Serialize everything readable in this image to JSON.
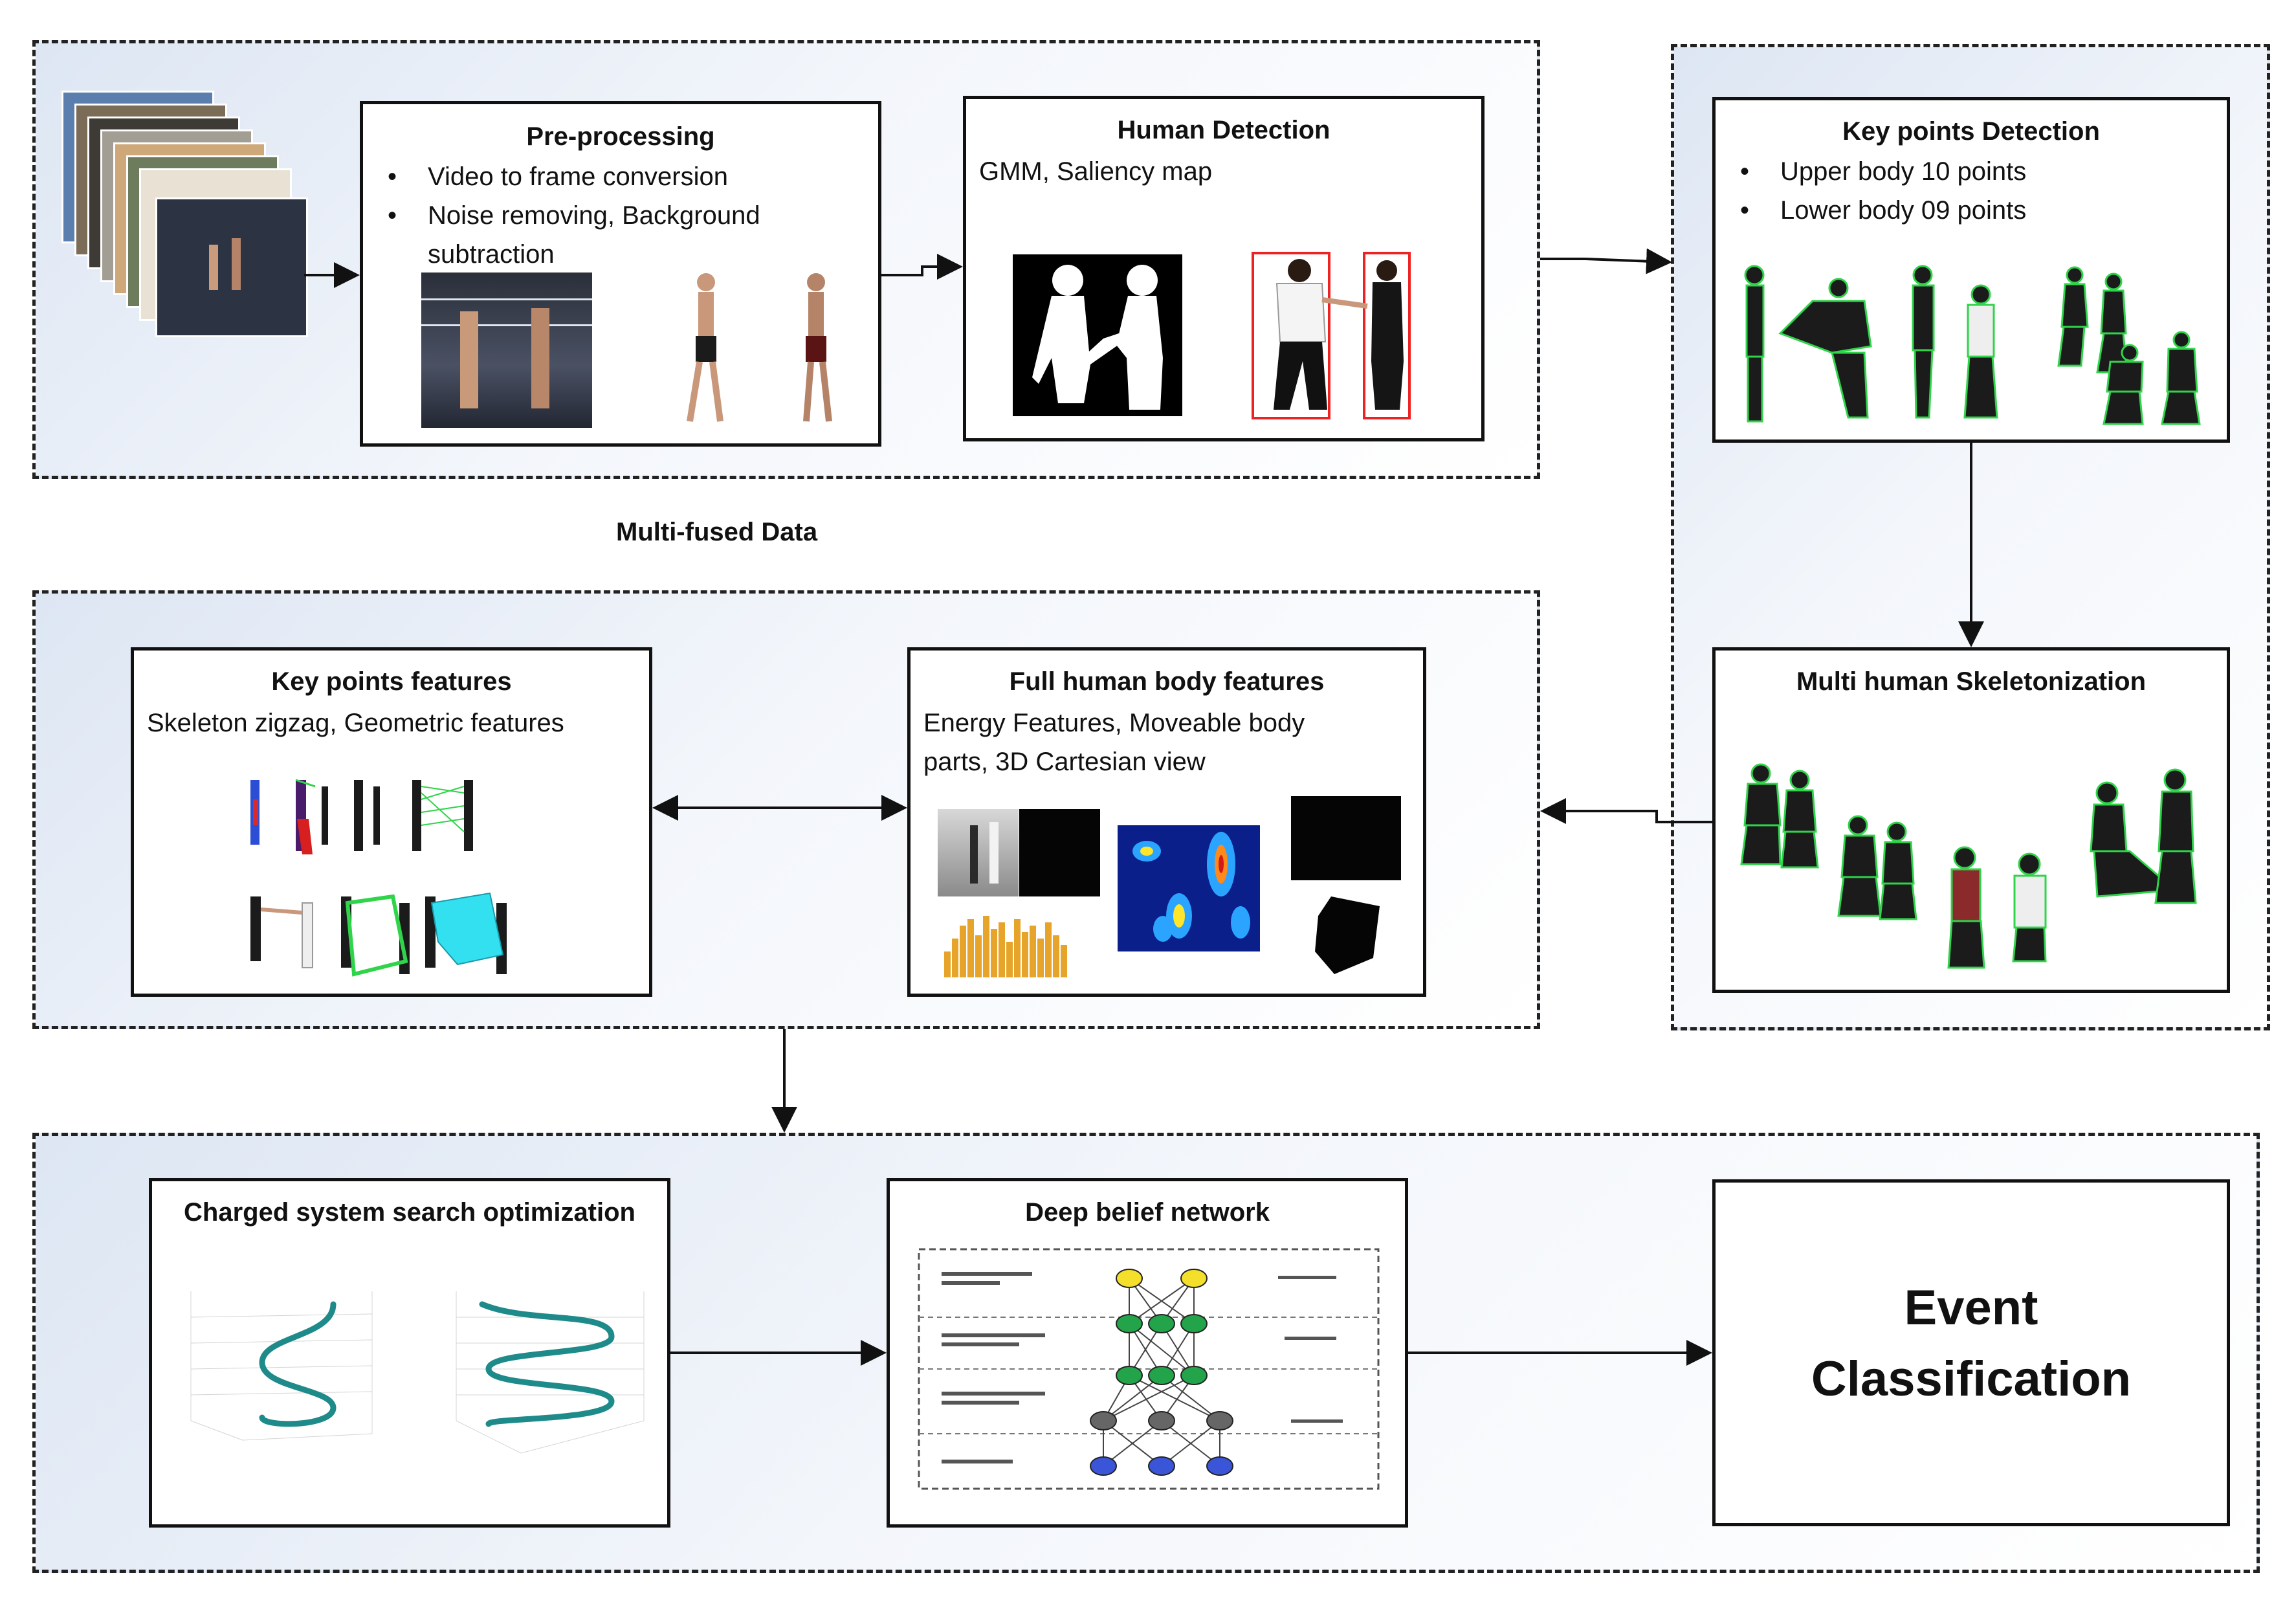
{
  "middle_label": "Multi-fused Data",
  "preprocessing": {
    "title": "Pre-processing",
    "bullets": [
      "Video to frame conversion",
      "Noise removing, Background",
      "subtraction"
    ]
  },
  "human_detection": {
    "title": "Human Detection",
    "subtitle": "GMM, Saliency map"
  },
  "keypoints_detection": {
    "title": "Key points Detection",
    "bullets": [
      "Upper body 10 points",
      "Lower body 09 points"
    ]
  },
  "skeletonization": {
    "title": "Multi human Skeletonization"
  },
  "keypoints_features": {
    "title": "Key points features",
    "subtitle": "Skeleton zigzag, Geometric features"
  },
  "full_body_features": {
    "title": "Full human body features",
    "line1": "Energy Features, Moveable body",
    "line2": "parts, 3D Cartesian view"
  },
  "css": {
    "title": "Charged system search optimization"
  },
  "dbn": {
    "title": "Deep belief network"
  },
  "event": {
    "line1": "Event",
    "line2": "Classification"
  },
  "colors": {
    "border": "#111111",
    "group_fill": "#dde6f3",
    "helix": "#1f8a8a",
    "keypoint": "#2fd44a"
  }
}
